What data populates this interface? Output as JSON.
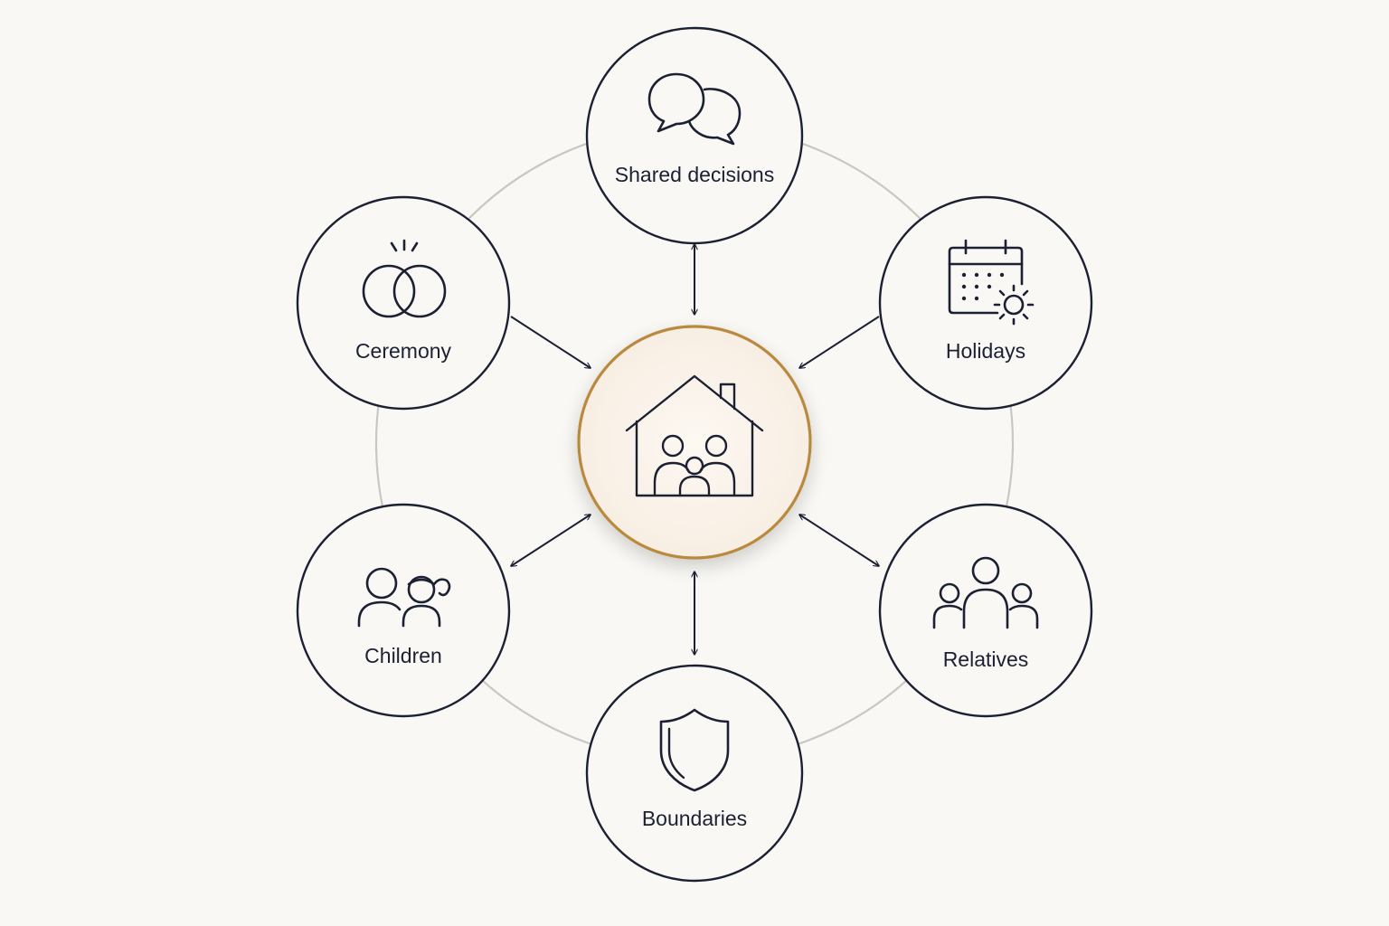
{
  "diagram": {
    "center": {
      "icon": "house-with-family-icon",
      "accent_color": "#b98a3e"
    },
    "nodes": [
      {
        "id": "shared-decisions",
        "label": "Shared decisions",
        "icon": "speech-bubbles-icon"
      },
      {
        "id": "holidays",
        "label": "Holidays",
        "icon": "calendar-sun-icon"
      },
      {
        "id": "relatives",
        "label": "Relatives",
        "icon": "three-people-icon"
      },
      {
        "id": "boundaries",
        "label": "Boundaries",
        "icon": "shield-icon"
      },
      {
        "id": "children",
        "label": "Children",
        "icon": "two-children-icon"
      },
      {
        "id": "ceremony",
        "label": "Ceremony",
        "icon": "interlocking-rings-icon"
      }
    ],
    "connections": [
      {
        "node": "shared-decisions",
        "direction": "both"
      },
      {
        "node": "holidays",
        "direction": "to-center"
      },
      {
        "node": "relatives",
        "direction": "both"
      },
      {
        "node": "boundaries",
        "direction": "both"
      },
      {
        "node": "children",
        "direction": "both"
      },
      {
        "node": "ceremony",
        "direction": "to-center"
      }
    ],
    "colors": {
      "background": "#f9f8f4",
      "ink": "#1c2033",
      "ring": "#c9c7c2",
      "center_fill": "#fbf3ea"
    }
  }
}
